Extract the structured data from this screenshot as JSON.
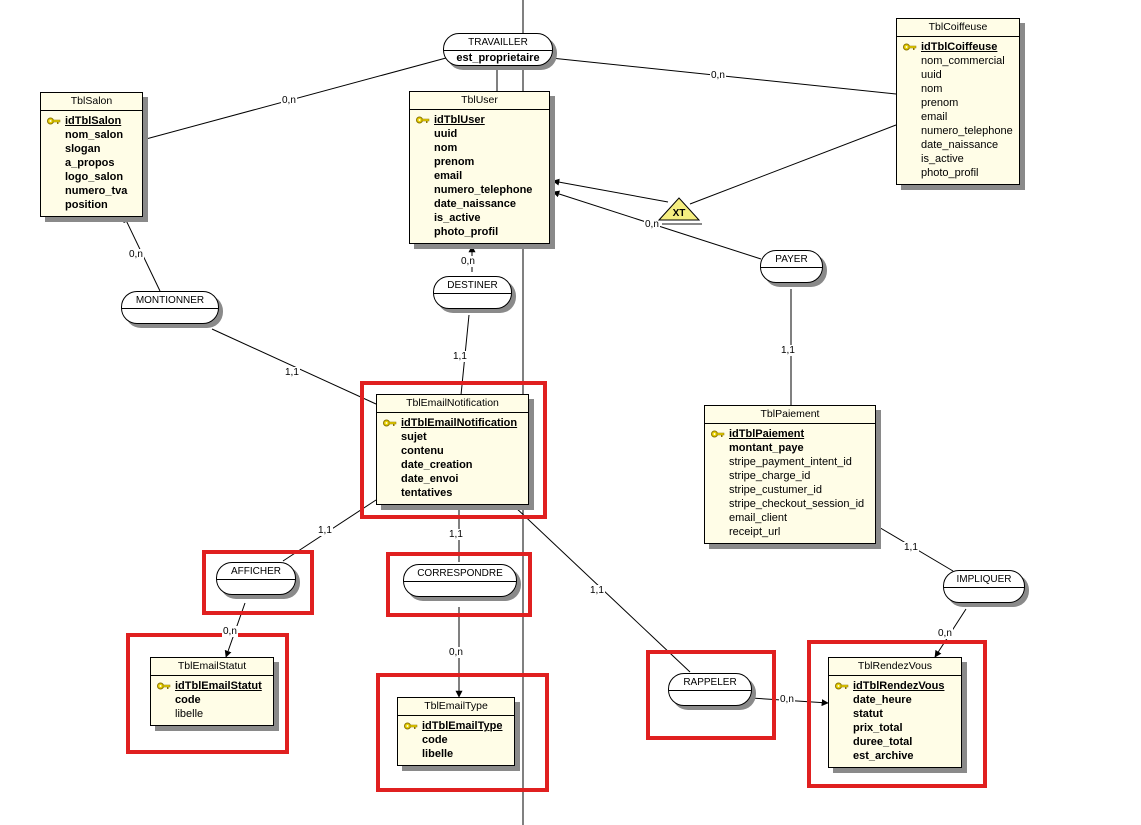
{
  "entities": {
    "salon": {
      "title": "TblSalon",
      "pk": "idTblSalon",
      "attrs_bold": [
        "nom_salon",
        "slogan",
        "a_propos",
        "logo_salon",
        "numero_tva",
        "position"
      ]
    },
    "user": {
      "title": "TblUser",
      "pk": "idTblUser",
      "attrs_bold": [
        "uuid",
        "nom",
        "prenom",
        "email",
        "numero_telephone",
        "date_naissance",
        "is_active",
        "photo_profil"
      ]
    },
    "coiffeuse": {
      "title": "TblCoiffeuse",
      "pk": "idTblCoiffeuse",
      "attrs": [
        "nom_commercial",
        "uuid",
        "nom",
        "prenom",
        "email",
        "numero_telephone",
        "date_naissance",
        "is_active",
        "photo_profil"
      ]
    },
    "email_notification": {
      "title": "TblEmailNotification",
      "pk": "idTblEmailNotification",
      "attrs_bold": [
        "sujet",
        "contenu",
        "date_creation",
        "date_envoi",
        "tentatives"
      ]
    },
    "paiement": {
      "title": "TblPaiement",
      "pk": "idTblPaiement",
      "attrs_bold": [
        "montant_paye"
      ],
      "attrs": [
        "stripe_payment_intent_id",
        "stripe_charge_id",
        "stripe_custumer_id",
        "stripe_checkout_session_id",
        "email_client",
        "receipt_url"
      ]
    },
    "email_statut": {
      "title": "TblEmailStatut",
      "pk": "idTblEmailStatut",
      "attrs_bold": [
        "code"
      ],
      "attrs": [
        "libelle"
      ]
    },
    "email_type": {
      "title": "TblEmailType",
      "pk": "idTblEmailType",
      "attrs_bold": [
        "code",
        "libelle"
      ]
    },
    "rendez_vous": {
      "title": "TblRendezVous",
      "pk": "idTblRendezVous",
      "attrs_bold": [
        "date_heure",
        "statut",
        "prix_total",
        "duree_total",
        "est_archive"
      ]
    }
  },
  "associations": {
    "travailler": {
      "name": "TRAVAILLER",
      "attr": "est_proprietaire"
    },
    "montionner": {
      "name": "MONTIONNER",
      "attr": ""
    },
    "destiner": {
      "name": "DESTINER",
      "attr": ""
    },
    "payer": {
      "name": "PAYER",
      "attr": ""
    },
    "afficher": {
      "name": "AFFICHER",
      "attr": ""
    },
    "correspondre": {
      "name": "CORRESPONDRE",
      "attr": ""
    },
    "rappeler": {
      "name": "RAPPELER",
      "attr": ""
    },
    "impliquer": {
      "name": "IMPLIQUER",
      "attr": ""
    }
  },
  "inheritance": {
    "label": "XT"
  },
  "cardinalities": {
    "travailler_salon": "0,n",
    "travailler_coiffeuse": "0,n",
    "montionner_salon": "0,n",
    "montionner_notif": "1,1",
    "destiner_user": "0,n",
    "destiner_notif": "1,1",
    "payer_user": "0,n",
    "payer_paiement": "1,1",
    "afficher_notif": "1,1",
    "afficher_statut": "0,n",
    "correspondre_notif": "1,1",
    "correspondre_type": "0,n",
    "rappeler_notif": "1,1",
    "rappeler_rdv": "0,n",
    "impliquer_paiement": "1,1",
    "impliquer_rdv": "0,n"
  },
  "colors": {
    "entity_fill": "#fffde7",
    "highlight": "#e02020",
    "inheritance_fill": "#f5ee80",
    "key_icon": "#e8d000"
  }
}
